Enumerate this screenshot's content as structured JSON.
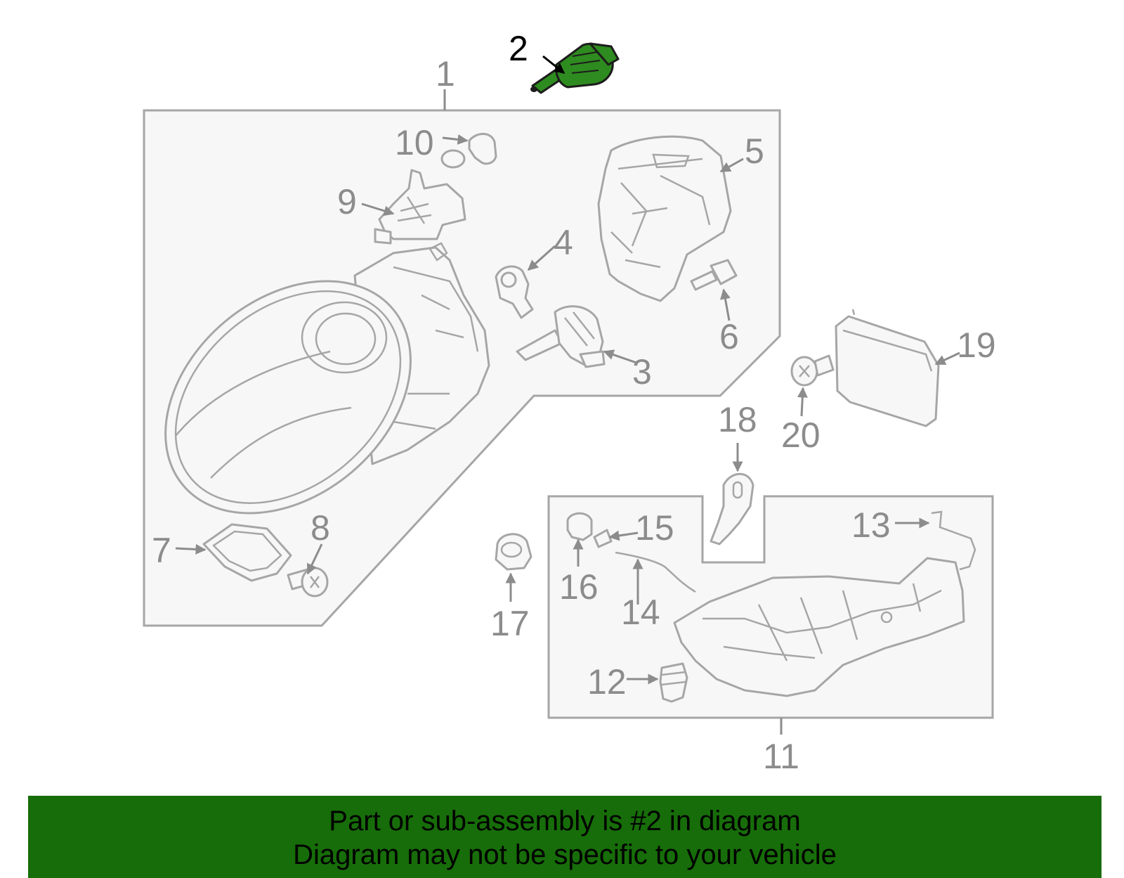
{
  "colors": {
    "highlight_part": "#2e8b1f",
    "banner_background": "#176d09",
    "callout_gray": "#8c8c8c",
    "callout_highlight": "#000000"
  },
  "callouts": [
    "1",
    "2",
    "3",
    "4",
    "5",
    "6",
    "7",
    "8",
    "9",
    "10",
    "11",
    "12",
    "13",
    "14",
    "15",
    "16",
    "17",
    "18",
    "19",
    "20"
  ],
  "highlighted_callout": "2",
  "banner": {
    "line1": "Part or sub-assembly is #2 in diagram",
    "line2": "Diagram may not be specific to your vehicle"
  }
}
